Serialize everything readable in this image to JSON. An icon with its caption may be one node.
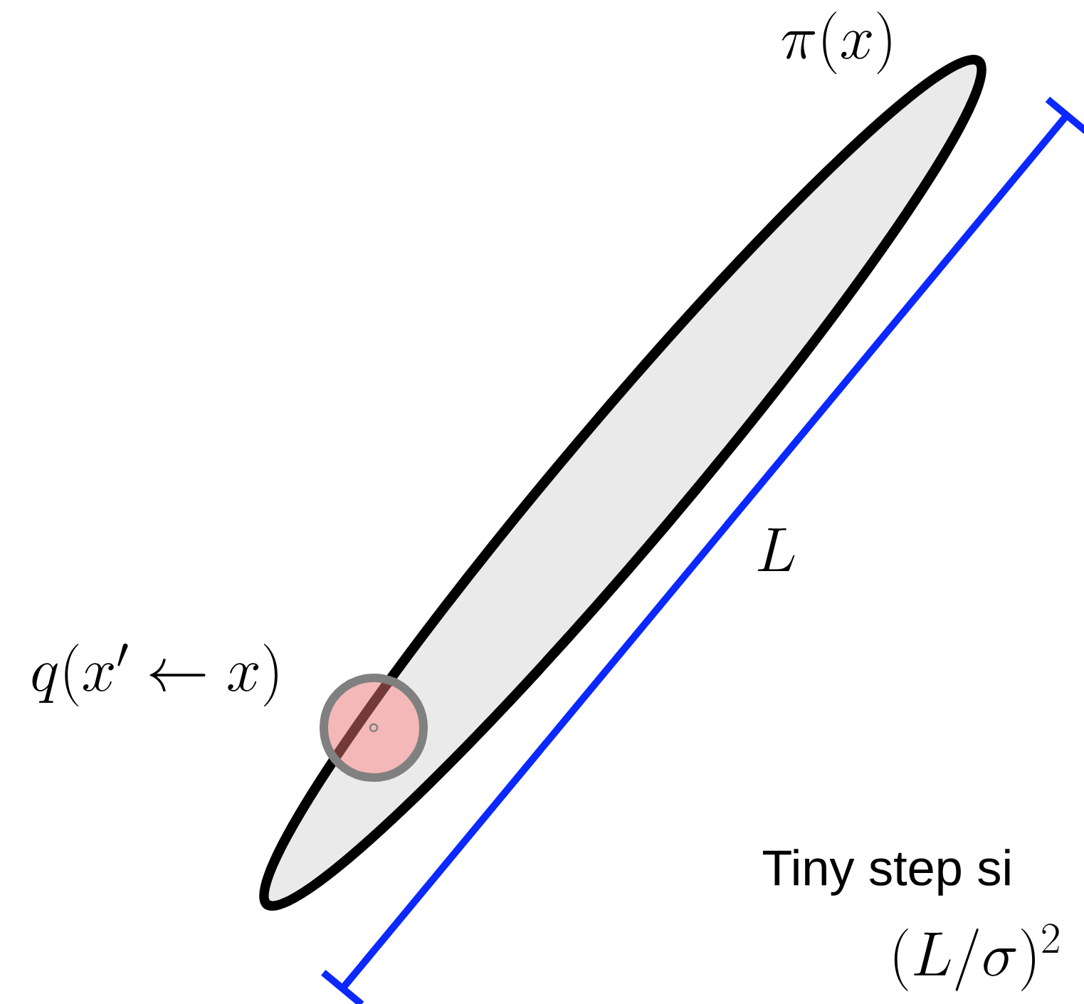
{
  "diagram": {
    "nodes": [
      {
        "text": [
          "\\pi(x)"
        ]
      },
      {
        "text": [
          "q(x' \\leftarrow x)"
        ]
      }
    ],
    "labels": [
      "L",
      "Tiny step si",
      "(L/\\sigma)^2"
    ]
  }
}
